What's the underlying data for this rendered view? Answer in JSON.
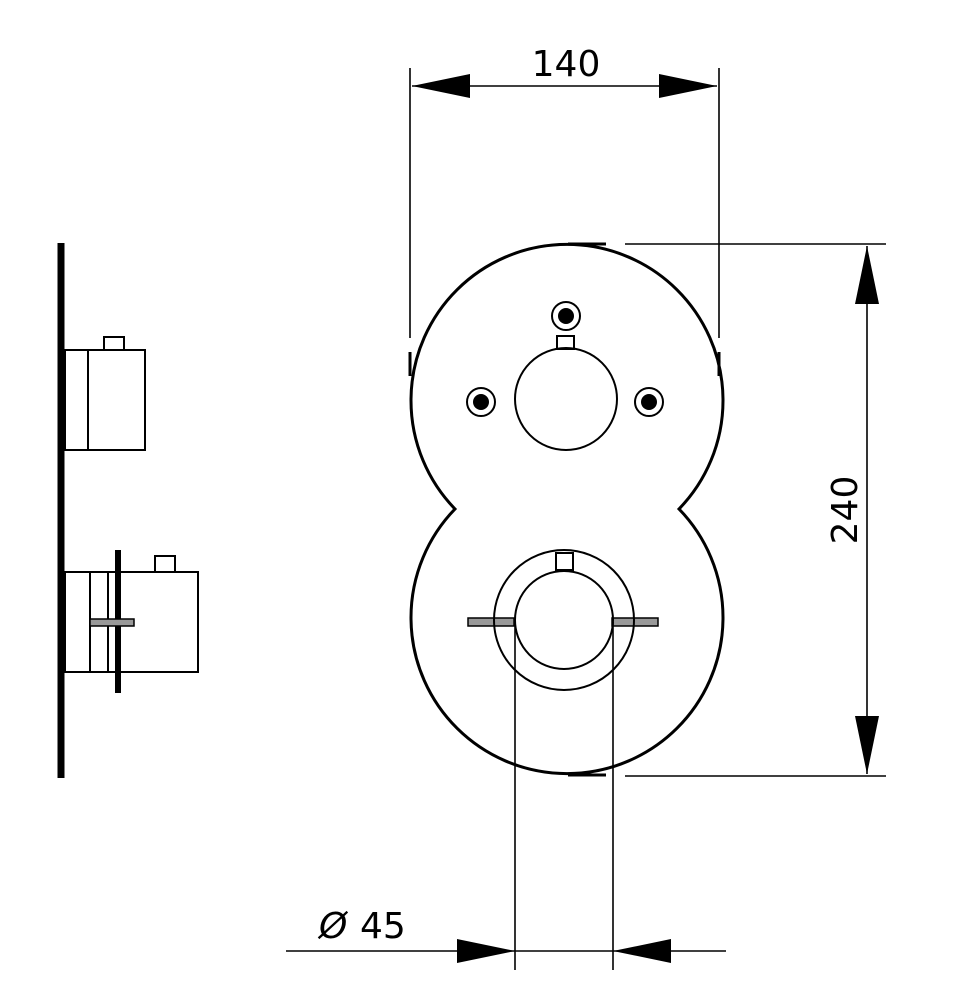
{
  "dimensions": {
    "width_label": "140",
    "height_label": "240",
    "diameter_symbol": "Ø",
    "diameter_label": "45"
  },
  "colors": {
    "line": "#000000",
    "background": "#ffffff",
    "handle_lever": "#999999"
  }
}
